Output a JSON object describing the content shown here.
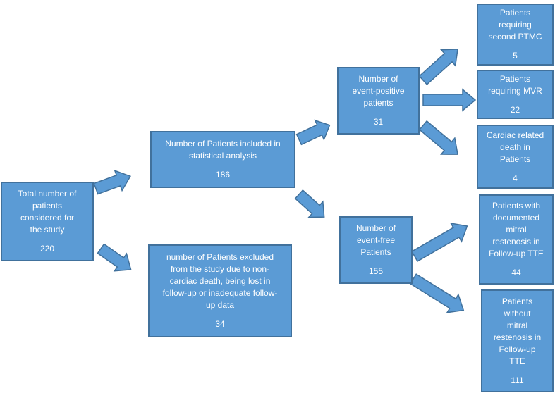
{
  "nodes": {
    "total": {
      "label": "Total number of\npatients\nconsidered for\nthe study",
      "count": "220"
    },
    "included": {
      "label": "Number of Patients included in\nstatistical analysis",
      "count": "186"
    },
    "excluded": {
      "label": "number of Patients excluded\nfrom the study due to non-\ncardiac death, being lost in\nfollow-up or inadequate follow-\nup data",
      "count": "34"
    },
    "event_pos": {
      "label": "Number of\nevent-positive\npatients",
      "count": "31"
    },
    "event_free": {
      "label": "Number of\nevent-free\nPatients",
      "count": "155"
    },
    "second_ptmc": {
      "label": "Patients\nrequiring\nsecond PTMC",
      "count": "5"
    },
    "mvr": {
      "label": "Patients\nrequiring MVR",
      "count": "22"
    },
    "cardiac_death": {
      "label": "Cardiac related\ndeath in\nPatients",
      "count": "4"
    },
    "restenosis": {
      "label": "Patients with\ndocumented\nmitral\nrestenosis in\nFollow-up TTE",
      "count": "44"
    },
    "no_restenosis": {
      "label": "Patients\nwithout\nmitral\nrestenosis in\nFollow-up\nTTE",
      "count": "111"
    }
  },
  "colors": {
    "box_fill": "#5b9bd5",
    "box_border": "#41719c",
    "text": "#ffffff"
  }
}
